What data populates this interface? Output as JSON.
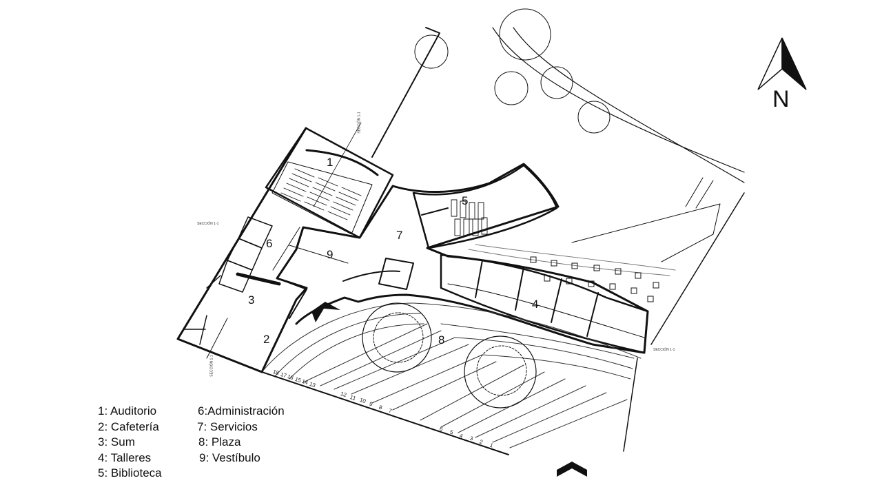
{
  "north": {
    "letter": "N"
  },
  "zone_numbers": [
    {
      "id": "auditorio",
      "label": "1"
    },
    {
      "id": "cafeteria",
      "label": "2"
    },
    {
      "id": "sum",
      "label": "3"
    },
    {
      "id": "talleres",
      "label": "4"
    },
    {
      "id": "biblioteca",
      "label": "5"
    },
    {
      "id": "administracion",
      "label": "6"
    },
    {
      "id": "servicios",
      "label": "7"
    },
    {
      "id": "plaza",
      "label": "8"
    },
    {
      "id": "vestibulo",
      "label": "9"
    }
  ],
  "legend": {
    "left": [
      "1: Auditorio",
      "2: Cafetería",
      "3: Sum",
      "4: Talleres",
      "5: Biblioteca"
    ],
    "right": [
      "6:Administración",
      "7: Servicios",
      "8: Plaza",
      "9: Vestíbulo"
    ]
  },
  "section_marks": [
    "SECCIÓN 1-1",
    "SECCIÓN 1-1",
    "SECCIÓN 1-1",
    "SECCIÓN 1-1"
  ],
  "plaza_steps": {
    "group_a": [
      "18",
      "17",
      "16",
      "15",
      "14",
      "13"
    ],
    "group_b": [
      "12",
      "11",
      "10",
      "9",
      "8",
      "7"
    ],
    "group_c": [
      "6",
      "5",
      "4",
      "3",
      "2",
      "1"
    ]
  },
  "colors": {
    "ink": "#111111",
    "background": "#ffffff"
  }
}
